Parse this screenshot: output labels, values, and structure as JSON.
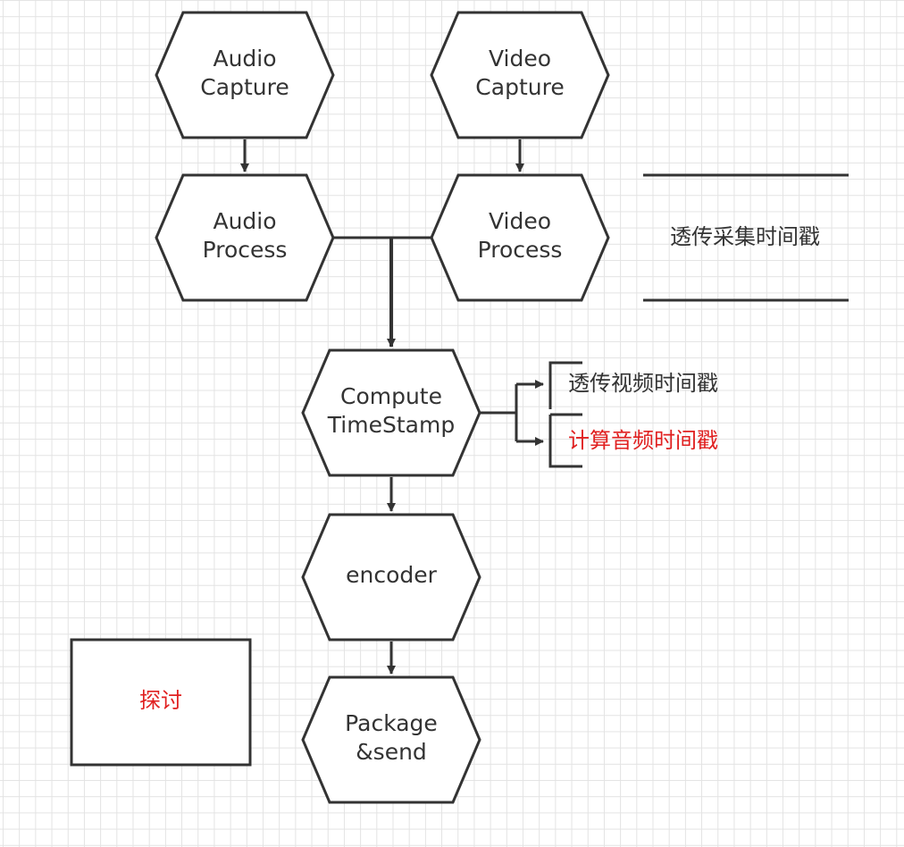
{
  "nodes": {
    "audio_capture": [
      "Audio",
      "Capture"
    ],
    "video_capture": [
      "Video",
      "Capture"
    ],
    "audio_process": [
      "Audio",
      "Process"
    ],
    "video_process": [
      "Video",
      "Process"
    ],
    "compute_timestamp": [
      "Compute",
      "TimeStamp"
    ],
    "encoder": [
      "encoder"
    ],
    "package_send": [
      "Package",
      "&send"
    ]
  },
  "notes": {
    "passthrough_capture_ts": "透传采集时间戳",
    "passthrough_video_ts": "透传视频时间戳",
    "compute_audio_ts": "计算音频时间戳",
    "discussion": "探讨"
  },
  "colors": {
    "stroke": "#333333",
    "text": "#333333",
    "highlight": "#e02020"
  }
}
